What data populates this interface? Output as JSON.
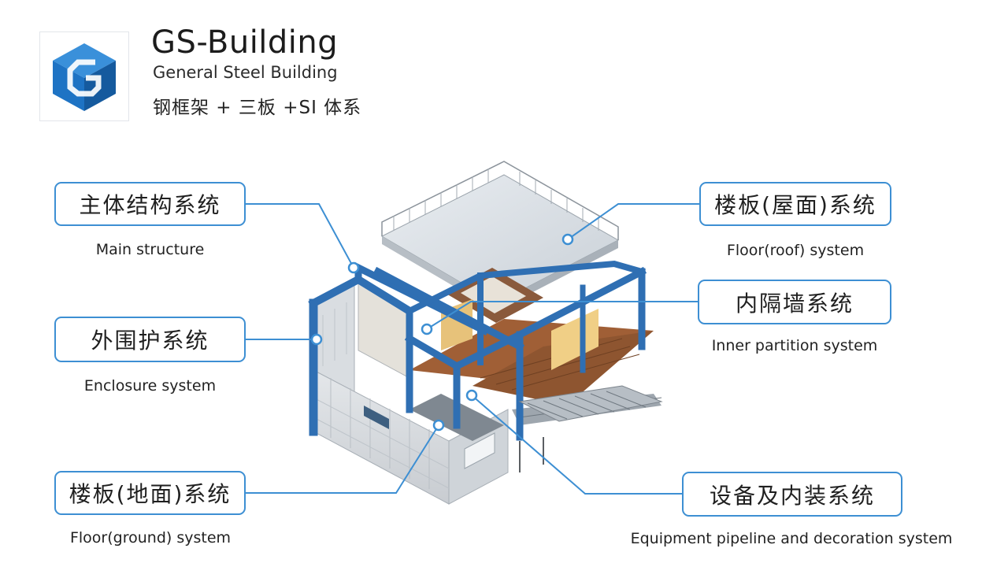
{
  "brand": {
    "logo_icon": "gs-cube-logo-icon",
    "title": "GS-Building",
    "subtitle": "General Steel Building",
    "tagline": "钢框架 + 三板 +SI 体系"
  },
  "colors": {
    "accent": "#3d8fd3",
    "steel_frame": "#2f6fb3",
    "logo_blue": "#1e73c4"
  },
  "callouts": {
    "main_structure": {
      "zh": "主体结构系统",
      "en": "Main structure"
    },
    "enclosure": {
      "zh": "外围护系统",
      "en": "Enclosure system"
    },
    "floor_ground": {
      "zh": "楼板(地面)系统",
      "en": "Floor(ground) system"
    },
    "floor_roof": {
      "zh": "楼板(屋面)系统",
      "en": "Floor(roof) system"
    },
    "inner_partition": {
      "zh": "内隔墙系统",
      "en": "Inner partition system"
    },
    "equipment": {
      "zh": "设备及内装系统",
      "en": "Equipment pipeline and decoration system"
    }
  }
}
